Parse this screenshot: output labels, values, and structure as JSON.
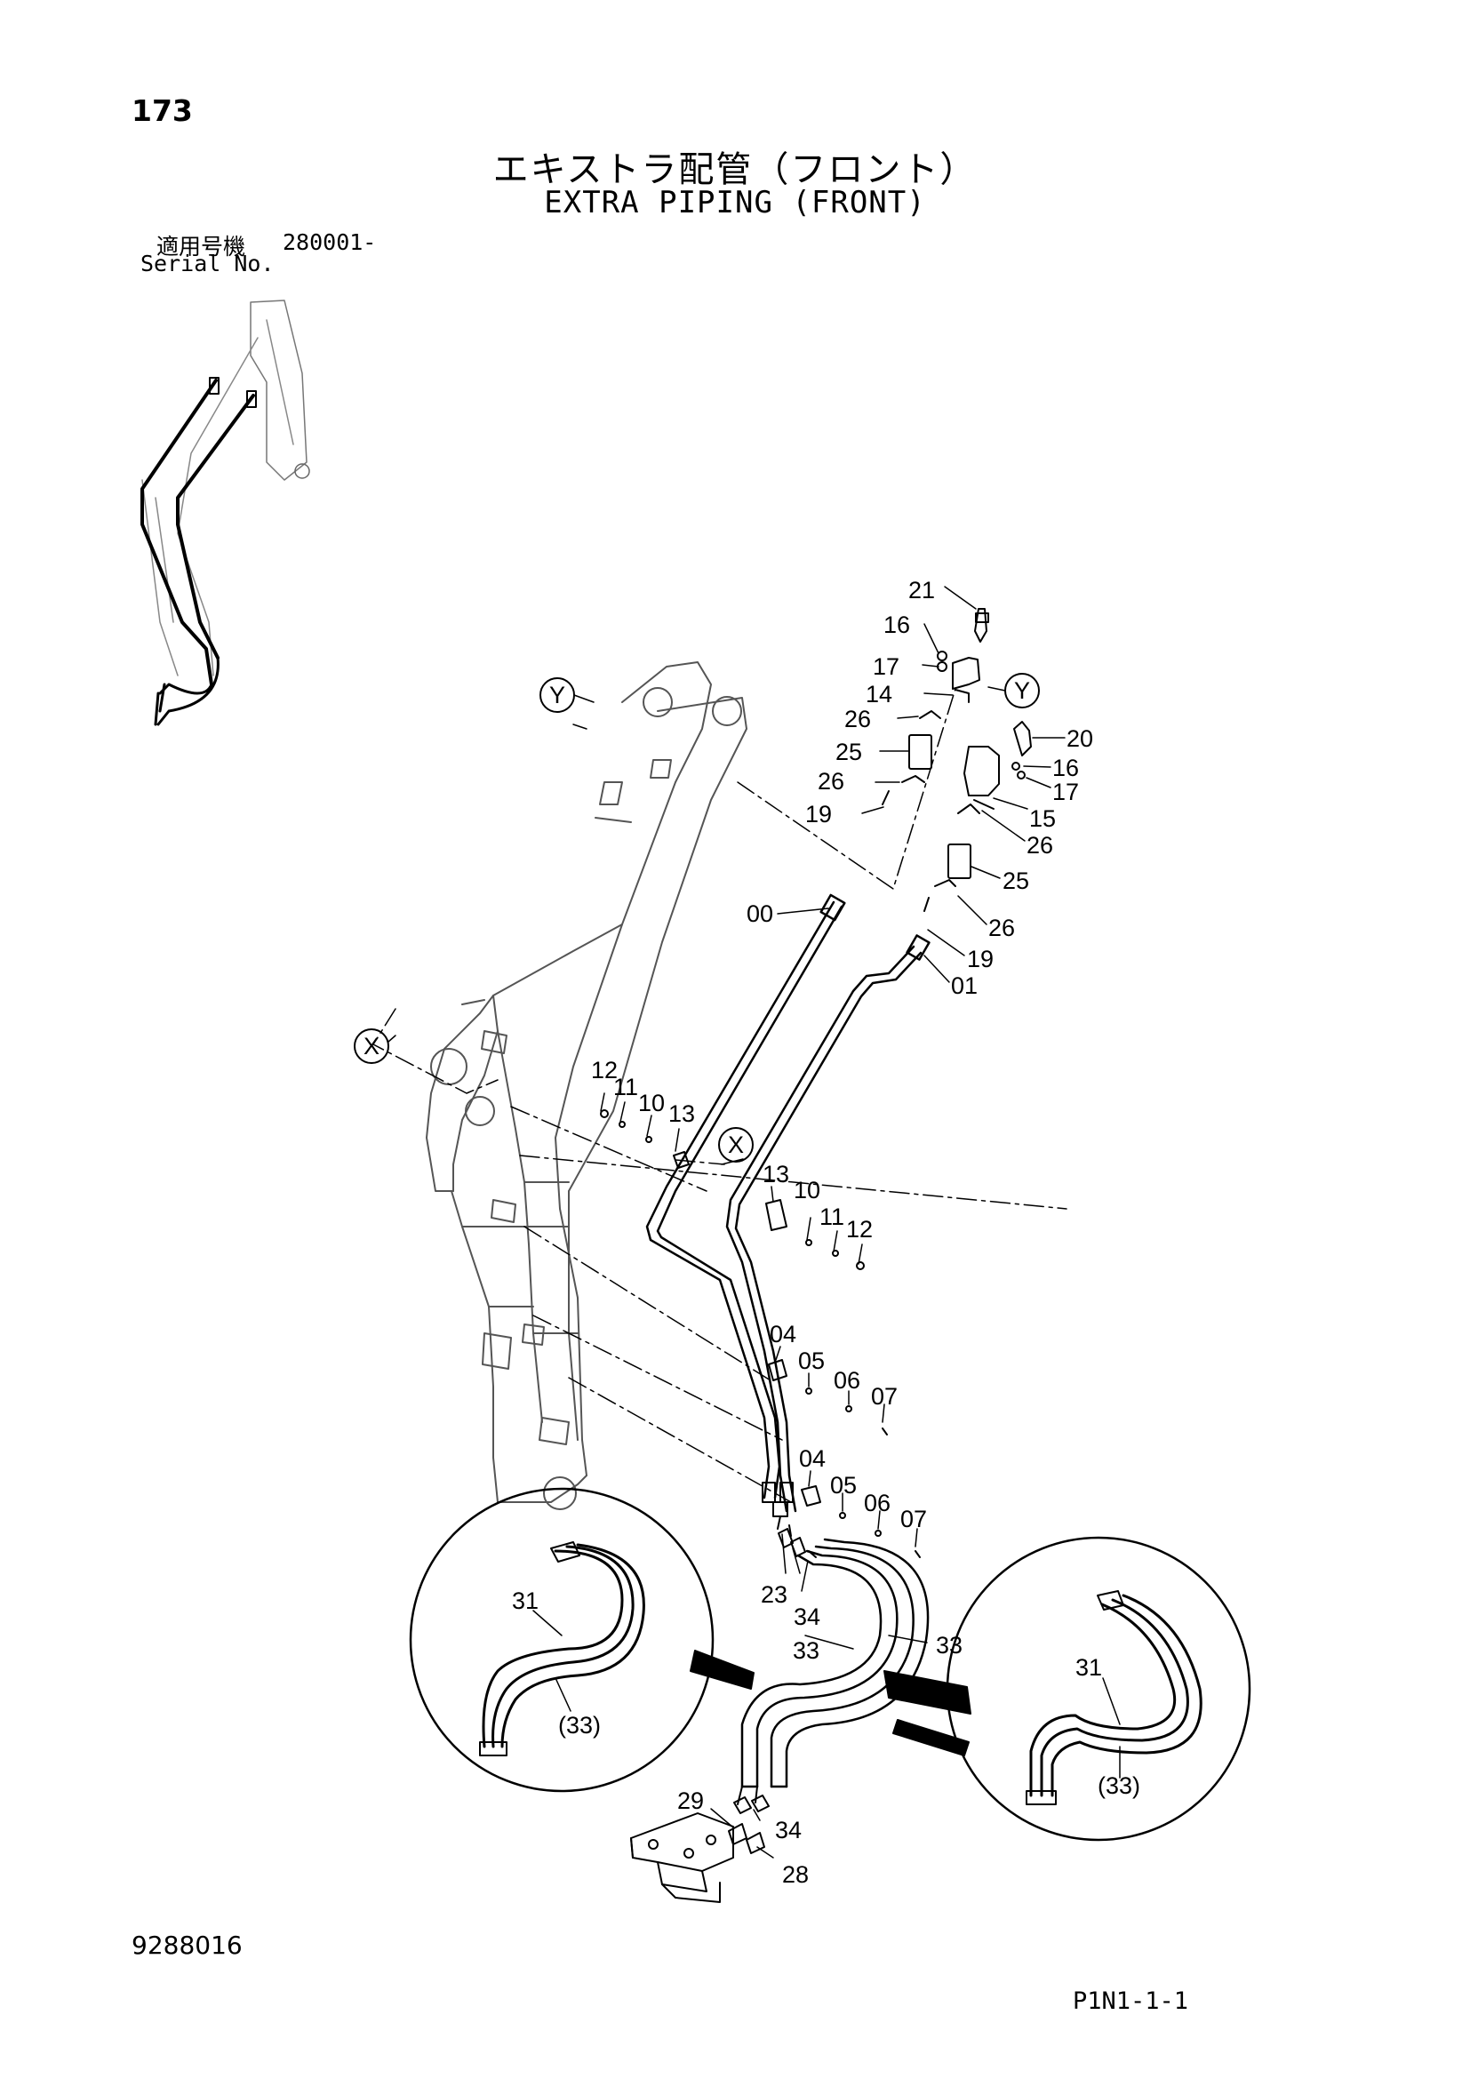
{
  "header": {
    "page_number": "173",
    "title_jp": "エキストラ配管（フロント）",
    "title_en": "EXTRA PIPING (FRONT)",
    "serial_label_jp": "適用号機",
    "serial_value": "280001-",
    "serial_label_en": "Serial No."
  },
  "callouts": {
    "p21": "21",
    "p16a": "16",
    "p17a": "17",
    "p14": "14",
    "p26a": "26",
    "p25a": "25",
    "p26b": "26",
    "p19a": "19",
    "p20": "20",
    "p16b": "16",
    "p17b": "17",
    "p15": "15",
    "p26c": "26",
    "p25b": "25",
    "p26d": "26",
    "p19b": "19",
    "p01": "01",
    "p00": "00",
    "p12a": "12",
    "p11a": "11",
    "p10a": "10",
    "p13a": "13",
    "p13b": "13",
    "p10b": "10",
    "p11b": "11",
    "p12b": "12",
    "p04a": "04",
    "p05a": "05",
    "p06a": "06",
    "p07a": "07",
    "p04b": "04",
    "p05b": "05",
    "p06b": "06",
    "p07b": "07",
    "p23": "23",
    "p34a": "34",
    "p33a": "33",
    "p33b": "33",
    "p31a": "31",
    "p33c": "(33)",
    "p31b": "31",
    "p33d": "(33)",
    "p29": "29",
    "p34b": "34",
    "p28": "28"
  },
  "view_markers": {
    "y1": "Y",
    "y2": "Y",
    "x1": "X",
    "x2": "X"
  },
  "footer": {
    "doc_number": "9288016",
    "page_code": "P1N1-1-1"
  }
}
